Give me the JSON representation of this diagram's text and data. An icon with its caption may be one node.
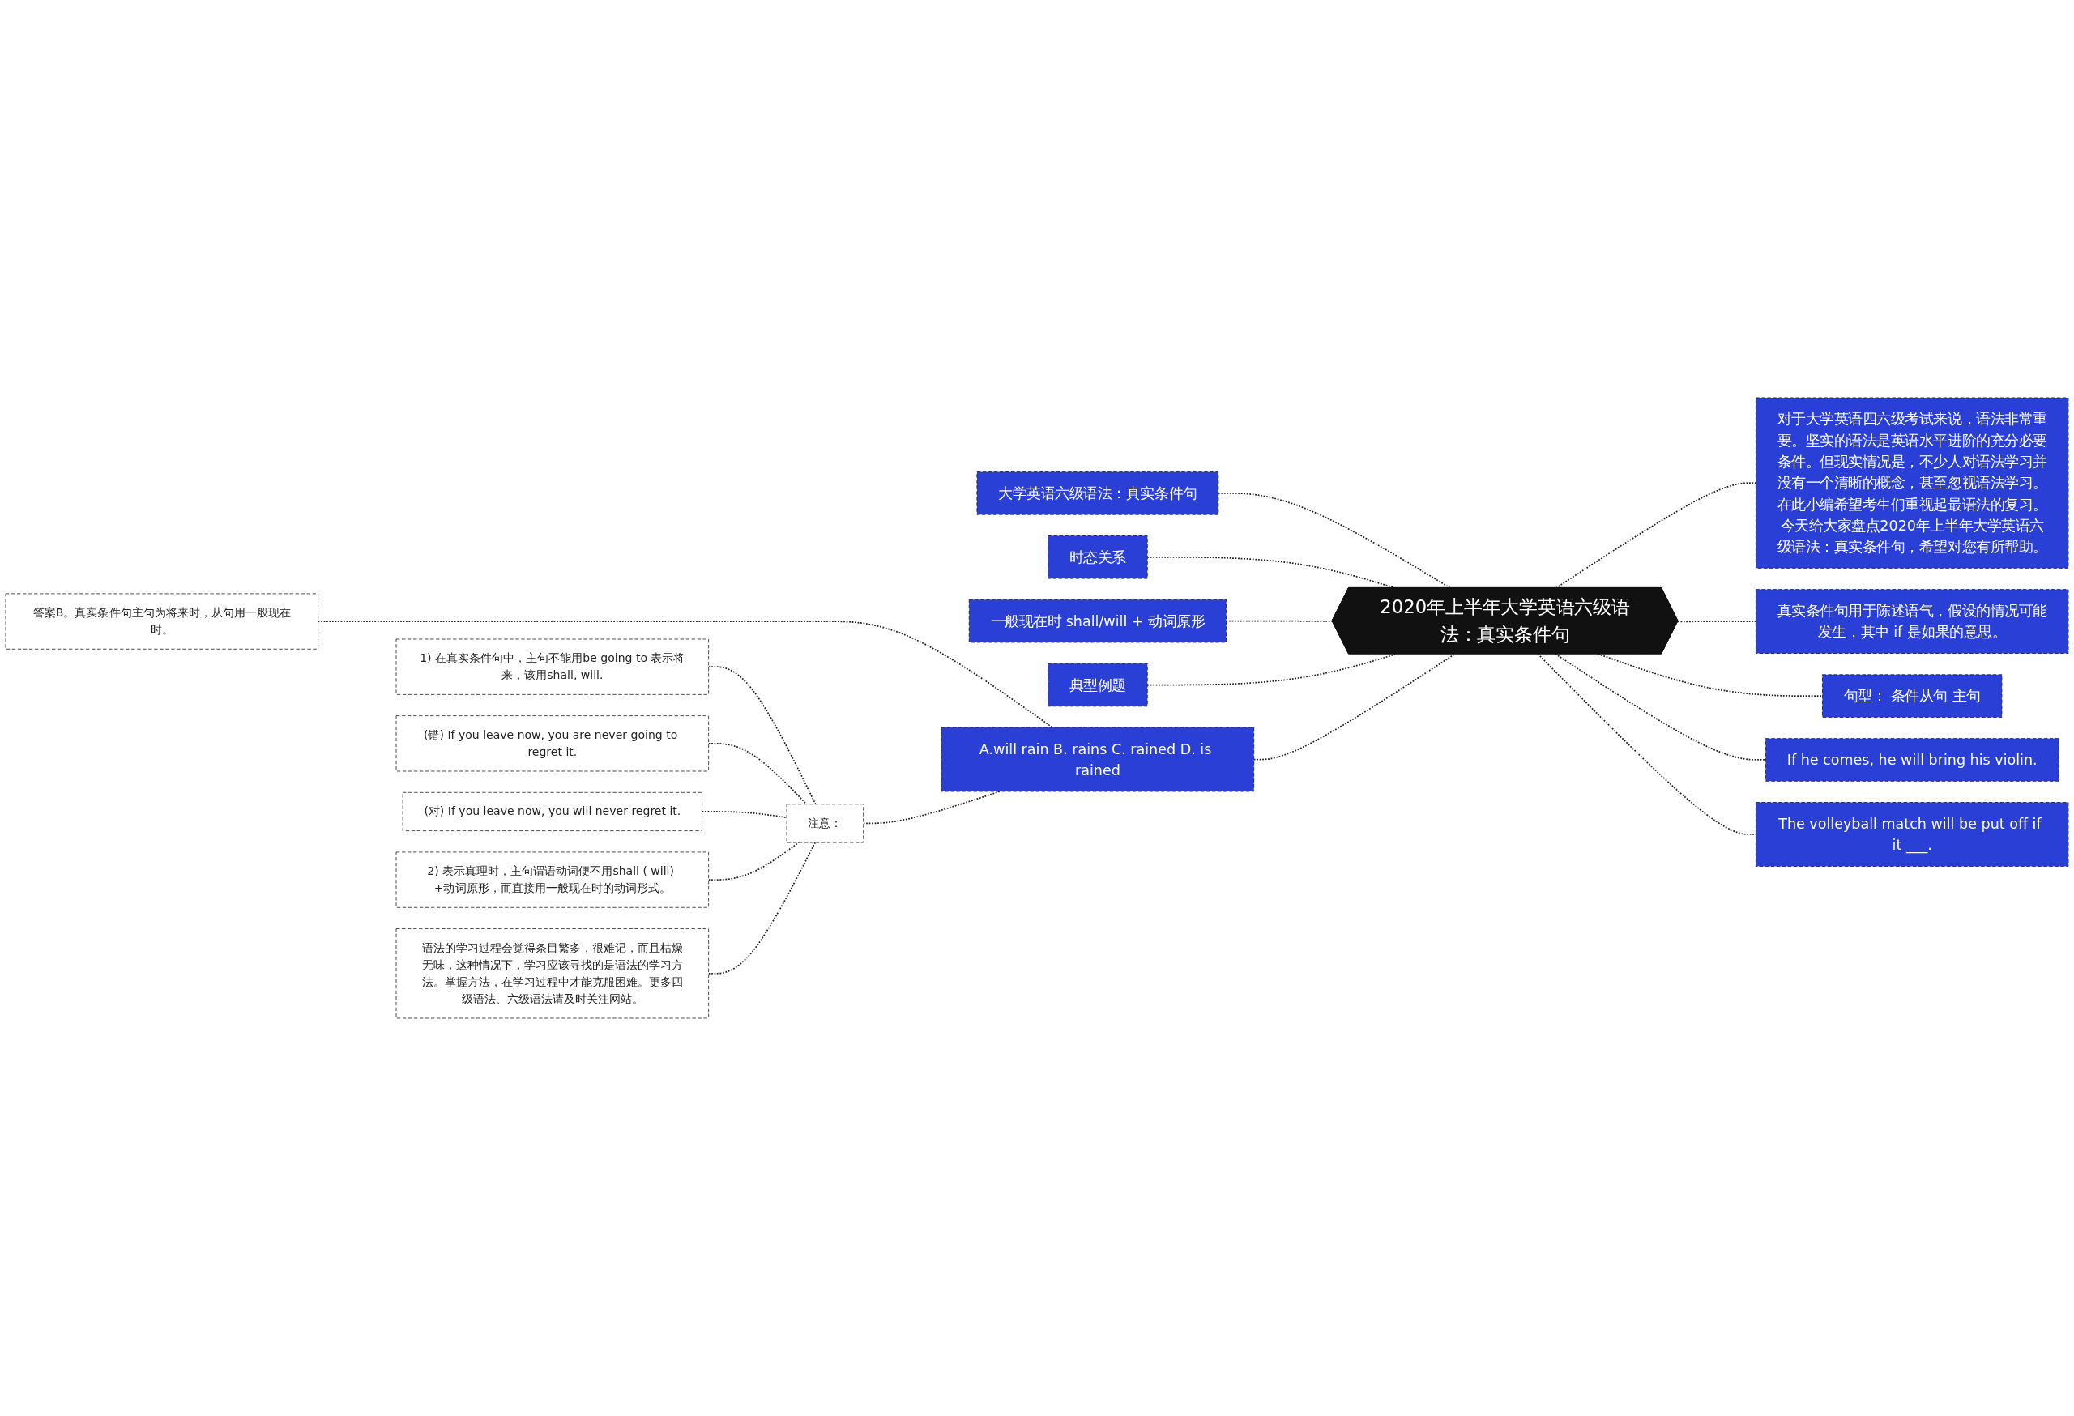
{
  "diagram": {
    "nodes": [
      {
        "text": [
          "2020年上半年大学英语六级语法：真实条件句"
        ]
      },
      {
        "text": [
          "大学英语六级语法：真实条件句"
        ]
      },
      {
        "text": [
          "时态关系"
        ]
      },
      {
        "text": [
          "一般现在时 shall/will + 动词原形"
        ]
      },
      {
        "text": [
          "典型例题"
        ]
      },
      {
        "text": [
          "A.will rain B. rains C. rained D. is rained"
        ]
      },
      {
        "text": [
          "答案B。真实条件句主句为将来时，从句用一般现在时。"
        ]
      },
      {
        "text": [
          "注意："
        ]
      },
      {
        "text": [
          "1) 在真实条件句中，主句不能用be going to 表示将来，该用shall, will."
        ]
      },
      {
        "text": [
          "(错) If you leave now, you are never going to regret it."
        ]
      },
      {
        "text": [
          "(对) If you leave now, you will never regret it."
        ]
      },
      {
        "text": [
          "2) 表示真理时，主句谓语动词便不用shall ( will) +动词原形，而直接用一般现在时的动词形式。"
        ]
      },
      {
        "text": [
          "语法的学习过程会觉得条目繁多，很难记，而且枯燥无味，这种情况下，学习应该寻找的是语法的学习方法。掌握方法，在学习过程中才能克服困难。更多四级语法、六级语法请及时关注网站。"
        ]
      },
      {
        "text": [
          "对于大学英语四六级考试来说，语法非常重要。坚实的语法是英语水平进阶的充分必要条件。但现实情况是，不少人对语法学习并没有一个清晰的概念，甚至忽视语法学习。在此小编希望考生们重视起最语法的复习。今天给大家盘点2020年上半年大学英语六级语法：真实条件句，希望对您有所帮助。"
        ]
      },
      {
        "text": [
          "真实条件句用于陈述语气，假设的情况可能发生，其中 if 是如果的意思。"
        ]
      },
      {
        "text": [
          "句型：  条件从句 主句"
        ]
      },
      {
        "text": [
          "If he comes, he will bring his violin."
        ]
      },
      {
        "text": [
          "The volleyball match will be put off if it ___."
        ]
      }
    ],
    "edges": [
      {
        "from": 0,
        "to": 1,
        "arrow": "none",
        "style": "dashed"
      },
      {
        "from": 0,
        "to": 2,
        "arrow": "none",
        "style": "dashed"
      },
      {
        "from": 0,
        "to": 3,
        "arrow": "none",
        "style": "dashed"
      },
      {
        "from": 0,
        "to": 4,
        "arrow": "none",
        "style": "dashed"
      },
      {
        "from": 0,
        "to": 5,
        "arrow": "none",
        "style": "dashed"
      },
      {
        "from": 5,
        "to": 6,
        "arrow": "none",
        "style": "dashed"
      },
      {
        "from": 5,
        "to": 7,
        "arrow": "none",
        "style": "dashed"
      },
      {
        "from": 7,
        "to": 8,
        "arrow": "none",
        "style": "dashed"
      },
      {
        "from": 7,
        "to": 9,
        "arrow": "none",
        "style": "dashed"
      },
      {
        "from": 7,
        "to": 10,
        "arrow": "none",
        "style": "dashed"
      },
      {
        "from": 7,
        "to": 11,
        "arrow": "none",
        "style": "dashed"
      },
      {
        "from": 7,
        "to": 12,
        "arrow": "none",
        "style": "dashed"
      },
      {
        "from": 0,
        "to": 13,
        "arrow": "none",
        "style": "dashed"
      },
      {
        "from": 0,
        "to": 14,
        "arrow": "none",
        "style": "dashed"
      },
      {
        "from": 0,
        "to": 15,
        "arrow": "none",
        "style": "dashed"
      },
      {
        "from": 0,
        "to": 16,
        "arrow": "none",
        "style": "dashed"
      },
      {
        "from": 0,
        "to": 17,
        "arrow": "none",
        "style": "dashed"
      }
    ]
  }
}
